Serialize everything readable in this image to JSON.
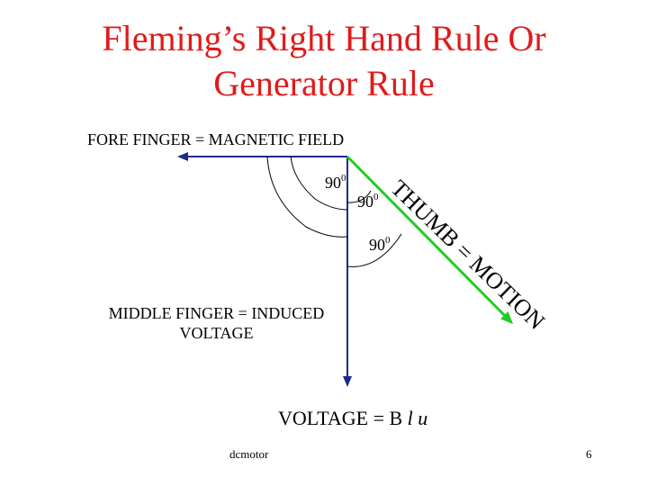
{
  "title": {
    "line1": "Fleming’s Right Hand Rule Or",
    "line2": "Generator Rule"
  },
  "labels": {
    "fore_finger": "FORE FINGER = MAGNETIC FIELD",
    "middle_finger_line1": "MIDDLE FINGER = INDUCED",
    "middle_finger_line2": "VOLTAGE",
    "thumb": "THUMB = MOTION"
  },
  "angles": [
    {
      "value": "90",
      "sup": "0"
    },
    {
      "value": "90",
      "sup": "0"
    },
    {
      "value": "90",
      "sup": "0"
    }
  ],
  "formula": {
    "prefix": "VOLTAGE = B ",
    "l": "l",
    "u": " u"
  },
  "footer": {
    "left": "dcmotor",
    "page": "6"
  },
  "colors": {
    "title": "#e21a1a",
    "fore_finger_arrow": "#1f2a8c",
    "middle_finger_arrow": "#1f2a8c",
    "thumb_arrow": "#22cc22"
  }
}
